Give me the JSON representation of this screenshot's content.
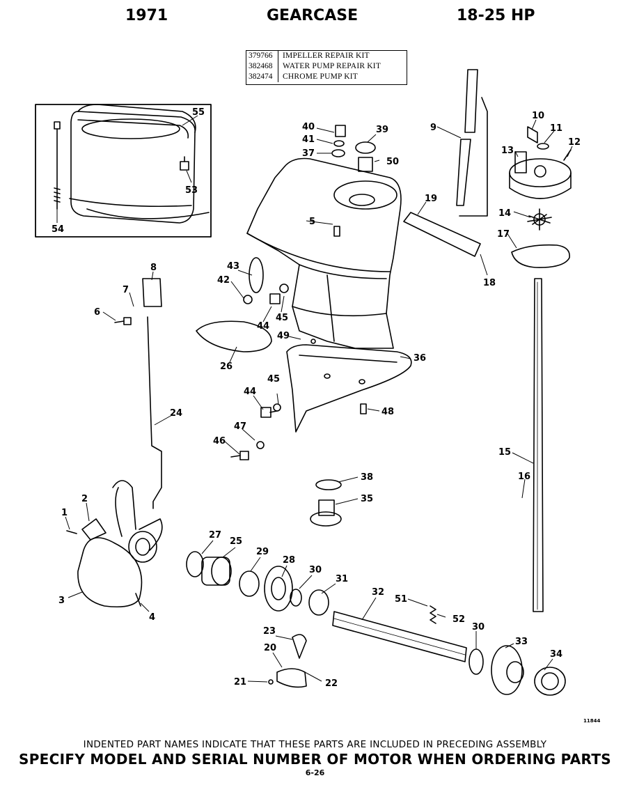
{
  "header": {
    "year": "1971",
    "title": "GEARCASE",
    "hp": "18-25 HP"
  },
  "kits": [
    {
      "number": "379766",
      "name": "IMPELLER REPAIR KIT"
    },
    {
      "number": "382468",
      "name": "WATER PUMP REPAIR KIT"
    },
    {
      "number": "382474",
      "name": "CHROME PUMP KIT"
    }
  ],
  "callouts": [
    "1",
    "2",
    "3",
    "4",
    "5",
    "6",
    "7",
    "8",
    "9",
    "10",
    "11",
    "12",
    "13",
    "14",
    "15",
    "16",
    "17",
    "18",
    "19",
    "20",
    "21",
    "22",
    "23",
    "24",
    "25",
    "26",
    "27",
    "28",
    "29",
    "30",
    "30",
    "31",
    "32",
    "33",
    "34",
    "35",
    "36",
    "37",
    "38",
    "39",
    "40",
    "41",
    "42",
    "43",
    "44",
    "44",
    "45",
    "45",
    "46",
    "47",
    "48",
    "49",
    "50",
    "51",
    "52",
    "53",
    "54",
    "55"
  ],
  "reference_number": "11844",
  "footer": {
    "note": "INDENTED PART NAMES INDICATE THAT THESE PARTS ARE INCLUDED IN PRECEDING ASSEMBLY",
    "instruction": "SPECIFY MODEL AND SERIAL NUMBER OF MOTOR WHEN ORDERING PARTS",
    "page": "6-26"
  }
}
